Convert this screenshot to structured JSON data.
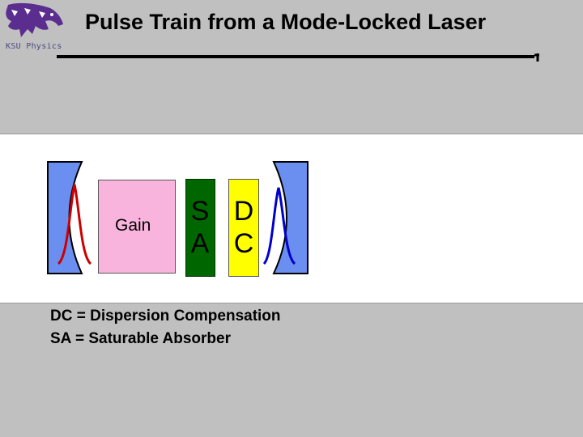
{
  "header": {
    "title": "Pulse Train from a Mode-Locked Laser",
    "logo_text": "KSU Physics",
    "logo_icon": "wildcat-icon"
  },
  "diagram": {
    "gain_label": "Gain",
    "sa_letters": [
      "S",
      "A"
    ],
    "dc_letters": [
      "D",
      "C"
    ],
    "colors": {
      "mirror": "#6b8ff0",
      "gain": "#f9b4dd",
      "sa": "#006600",
      "dc": "#ffff00",
      "pulse_left": "#cc0000",
      "pulse_right": "#0000cc",
      "panel_bg": "#ffffff",
      "slide_bg": "#c0c0c0"
    }
  },
  "legend": {
    "lines": [
      "DC = Dispersion Compensation",
      "SA = Saturable Absorber"
    ]
  }
}
